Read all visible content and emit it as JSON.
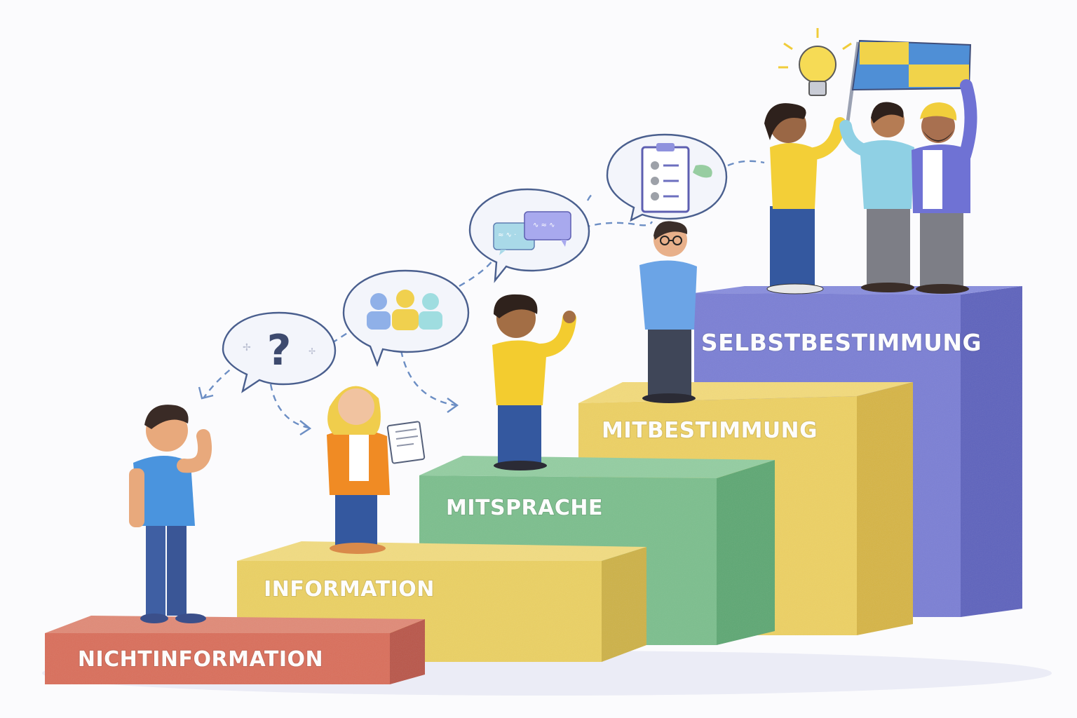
{
  "steps": [
    {
      "label": "NICHTINFORMATION",
      "color": "#d9705c"
    },
    {
      "label": "INFORMATION",
      "color": "#ead064"
    },
    {
      "label": "MITSPRACHE",
      "color": "#7dbf8e"
    },
    {
      "label": "MITBESTIMMUNG",
      "color": "#ecd064"
    },
    {
      "label": "SELBSTBESTIMMUNG",
      "color": "#7b80d4"
    }
  ],
  "bubbles": [
    {
      "icon": "question-mark-icon",
      "glyph": "?"
    },
    {
      "icon": "people-group-icon"
    },
    {
      "icon": "chat-messages-icon"
    },
    {
      "icon": "checklist-clipboard-icon"
    }
  ],
  "top": {
    "icon": "light-bulb-icon",
    "flag_colors": [
      "#f1d34a",
      "#4f8fd6"
    ]
  }
}
